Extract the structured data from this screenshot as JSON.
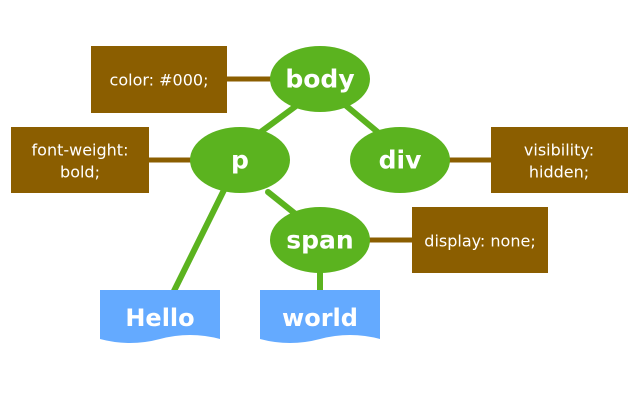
{
  "colors": {
    "element_fill": "#5bb31f",
    "element_edge": "#5bb31f",
    "style_fill": "#8b5e00",
    "style_edge": "#8b5e00",
    "text_fill": "#64aaff",
    "label_text": "#ffffff"
  },
  "elements": {
    "body": "body",
    "p": "p",
    "div": "div",
    "span": "span"
  },
  "text_nodes": {
    "hello": "Hello",
    "world": "world"
  },
  "styles": {
    "body": [
      "color: #000;"
    ],
    "p": [
      "font-weight:",
      "bold;"
    ],
    "div": [
      "visibility:",
      "hidden;"
    ],
    "span": [
      "display: none;"
    ]
  }
}
